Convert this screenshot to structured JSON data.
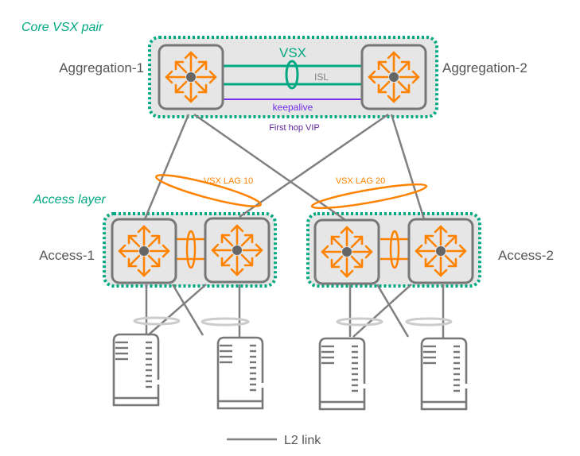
{
  "colors": {
    "vsx_green": "#01A982",
    "orange": "#FF8300",
    "purple": "#7630EA",
    "link_gray": "#808080",
    "box_fill": "#E6E6E6",
    "box_stroke": "#777777",
    "text_gray": "#555555"
  },
  "sections": {
    "core": "Core VSX pair",
    "access": "Access layer"
  },
  "nodes": {
    "agg1": "Aggregation-1",
    "agg2": "Aggregation-2",
    "acc1": "Access-1",
    "acc2": "Access-2"
  },
  "core_links": {
    "vsx": "VSX",
    "isl": "ISL",
    "keepalive": "keepalive",
    "vip": "First hop VIP"
  },
  "lags": {
    "lag10": "VSX LAG 10",
    "lag20": "VSX LAG 20"
  },
  "legend": {
    "l2": "L2 link"
  },
  "icons": {
    "switch": "switch-arrows-icon",
    "server": "server-icon"
  }
}
